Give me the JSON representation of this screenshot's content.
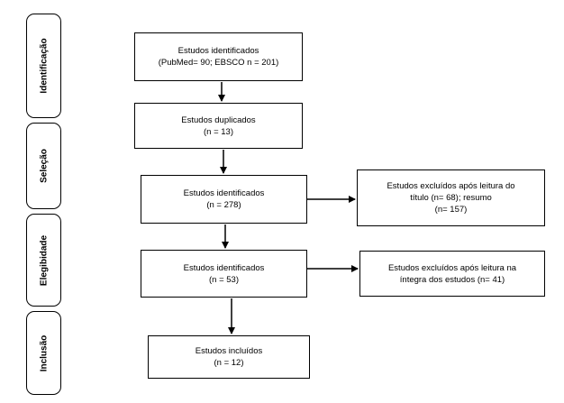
{
  "phases": [
    {
      "label": "Identificação"
    },
    {
      "label": "Seleção"
    },
    {
      "label": "Elegibidade"
    },
    {
      "label": "Inclusão"
    }
  ],
  "boxes": {
    "identified": {
      "line1": "Estudos identificados",
      "line2": "(PubMed= 90; EBSCO n = 201)"
    },
    "duplicates": {
      "line1": "Estudos duplicados",
      "line2": "(n = 13)"
    },
    "screened": {
      "line1": "Estudos identificados",
      "line2": "(n = 278)"
    },
    "excluded_title": {
      "line1": "Estudos excluídos após leitura do",
      "line2": "título (n= 68); resumo",
      "line3": "(n= 157)"
    },
    "eligible": {
      "line1": "Estudos identificados",
      "line2": "(n = 53)"
    },
    "excluded_full": {
      "line1": "Estudos excluídos após leitura na",
      "line2": "íntegra dos estudos (n= 41)"
    },
    "included": {
      "line1": "Estudos incluídos",
      "line2": "(n = 12)"
    }
  }
}
